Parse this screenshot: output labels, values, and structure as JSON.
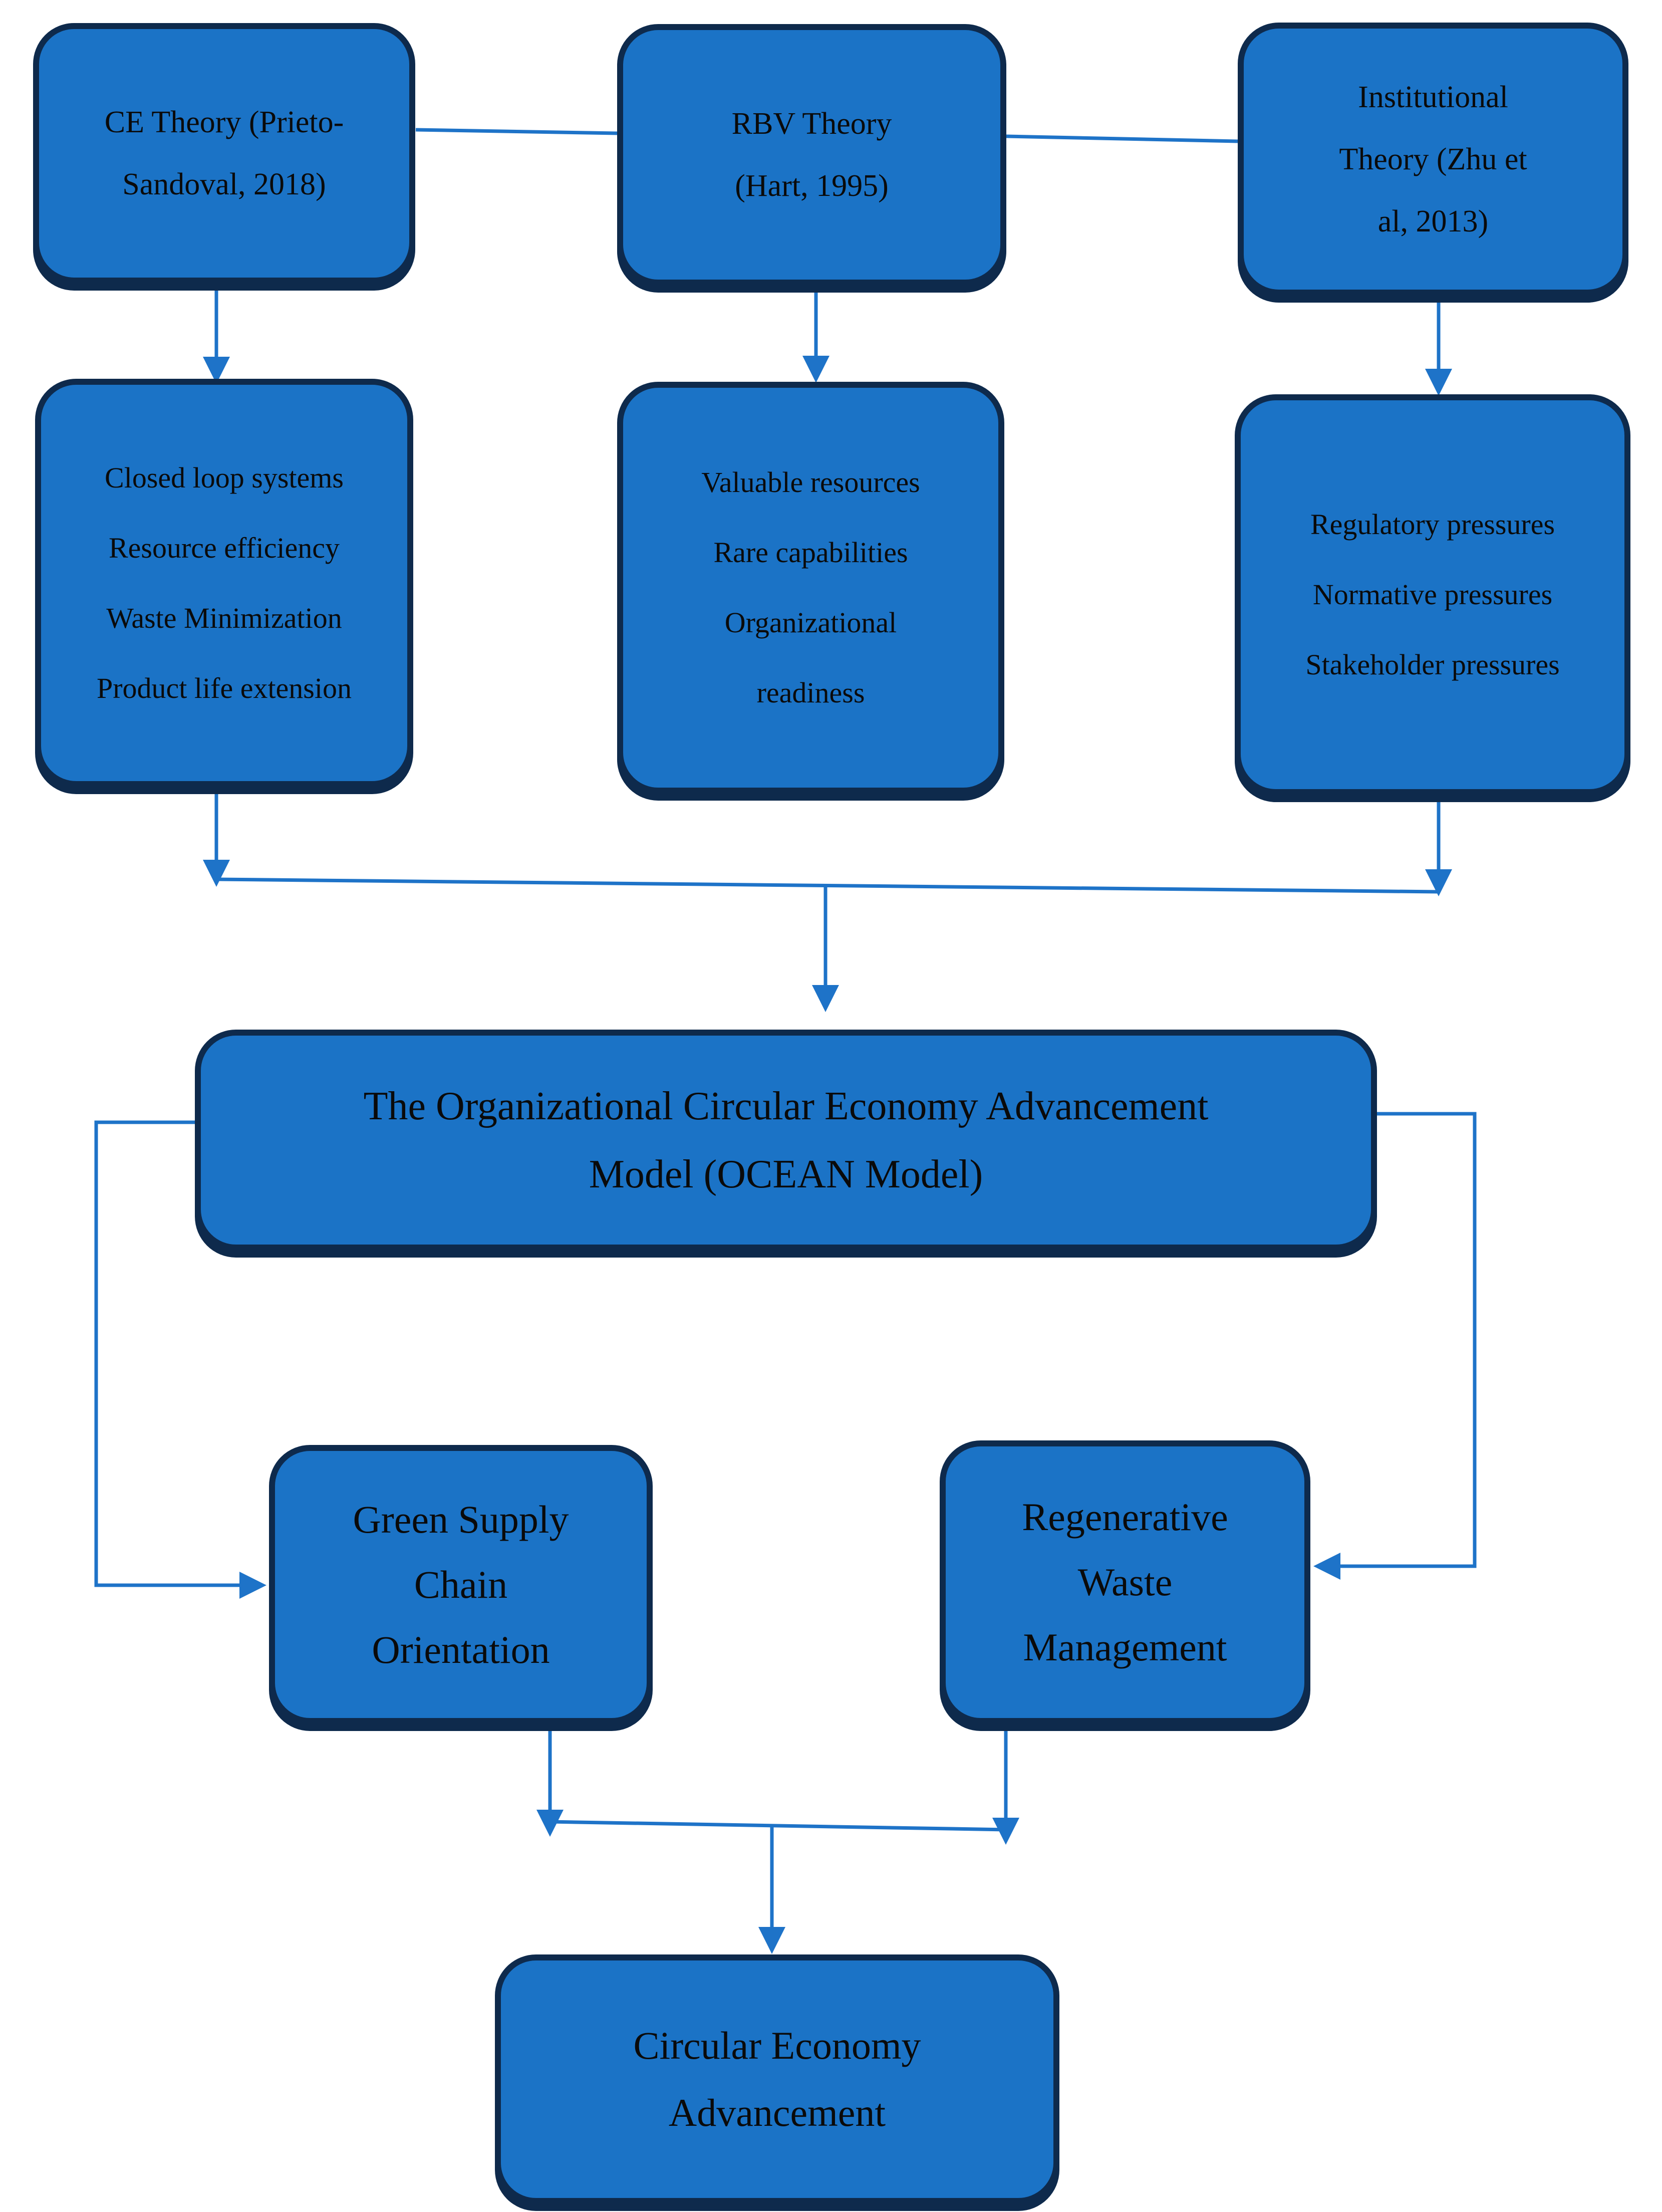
{
  "theme": {
    "box_fill": "#1B73C6",
    "box_border": "#0E2A4C",
    "connector": "#1E73C8",
    "text": "#0A0A0A",
    "bg": "#FFFFFF"
  },
  "diagram": {
    "top_row": {
      "ce_theory": {
        "lines": [
          "CE Theory (Prieto-",
          "Sandoval, 2018)"
        ]
      },
      "rbv_theory": {
        "lines": [
          "RBV Theory",
          "(Hart, 1995)"
        ]
      },
      "institutional_theory": {
        "lines": [
          "Institutional",
          "Theory (Zhu et",
          "al, 2013)"
        ]
      }
    },
    "second_row": {
      "ce_elements": {
        "lines": [
          "Closed loop systems",
          "Resource efficiency",
          "Waste Minimization",
          "Product life extension"
        ]
      },
      "rbv_elements": {
        "lines": [
          "Valuable resources",
          "Rare capabilities",
          "Organizational",
          "readiness"
        ]
      },
      "institutional_elements": {
        "lines": [
          "Regulatory pressures",
          "Normative pressures",
          "Stakeholder pressures"
        ]
      }
    },
    "central_model": {
      "lines": [
        "The Organizational Circular Economy Advancement",
        "Model (OCEAN Model)"
      ]
    },
    "outcomes": {
      "green_supply_chain": {
        "lines": [
          "Green Supply",
          "Chain",
          "Orientation"
        ]
      },
      "regenerative_waste": {
        "lines": [
          "Regenerative",
          "Waste",
          "Management"
        ]
      }
    },
    "final_outcome": {
      "lines": [
        "Circular Economy",
        "Advancement"
      ]
    }
  }
}
